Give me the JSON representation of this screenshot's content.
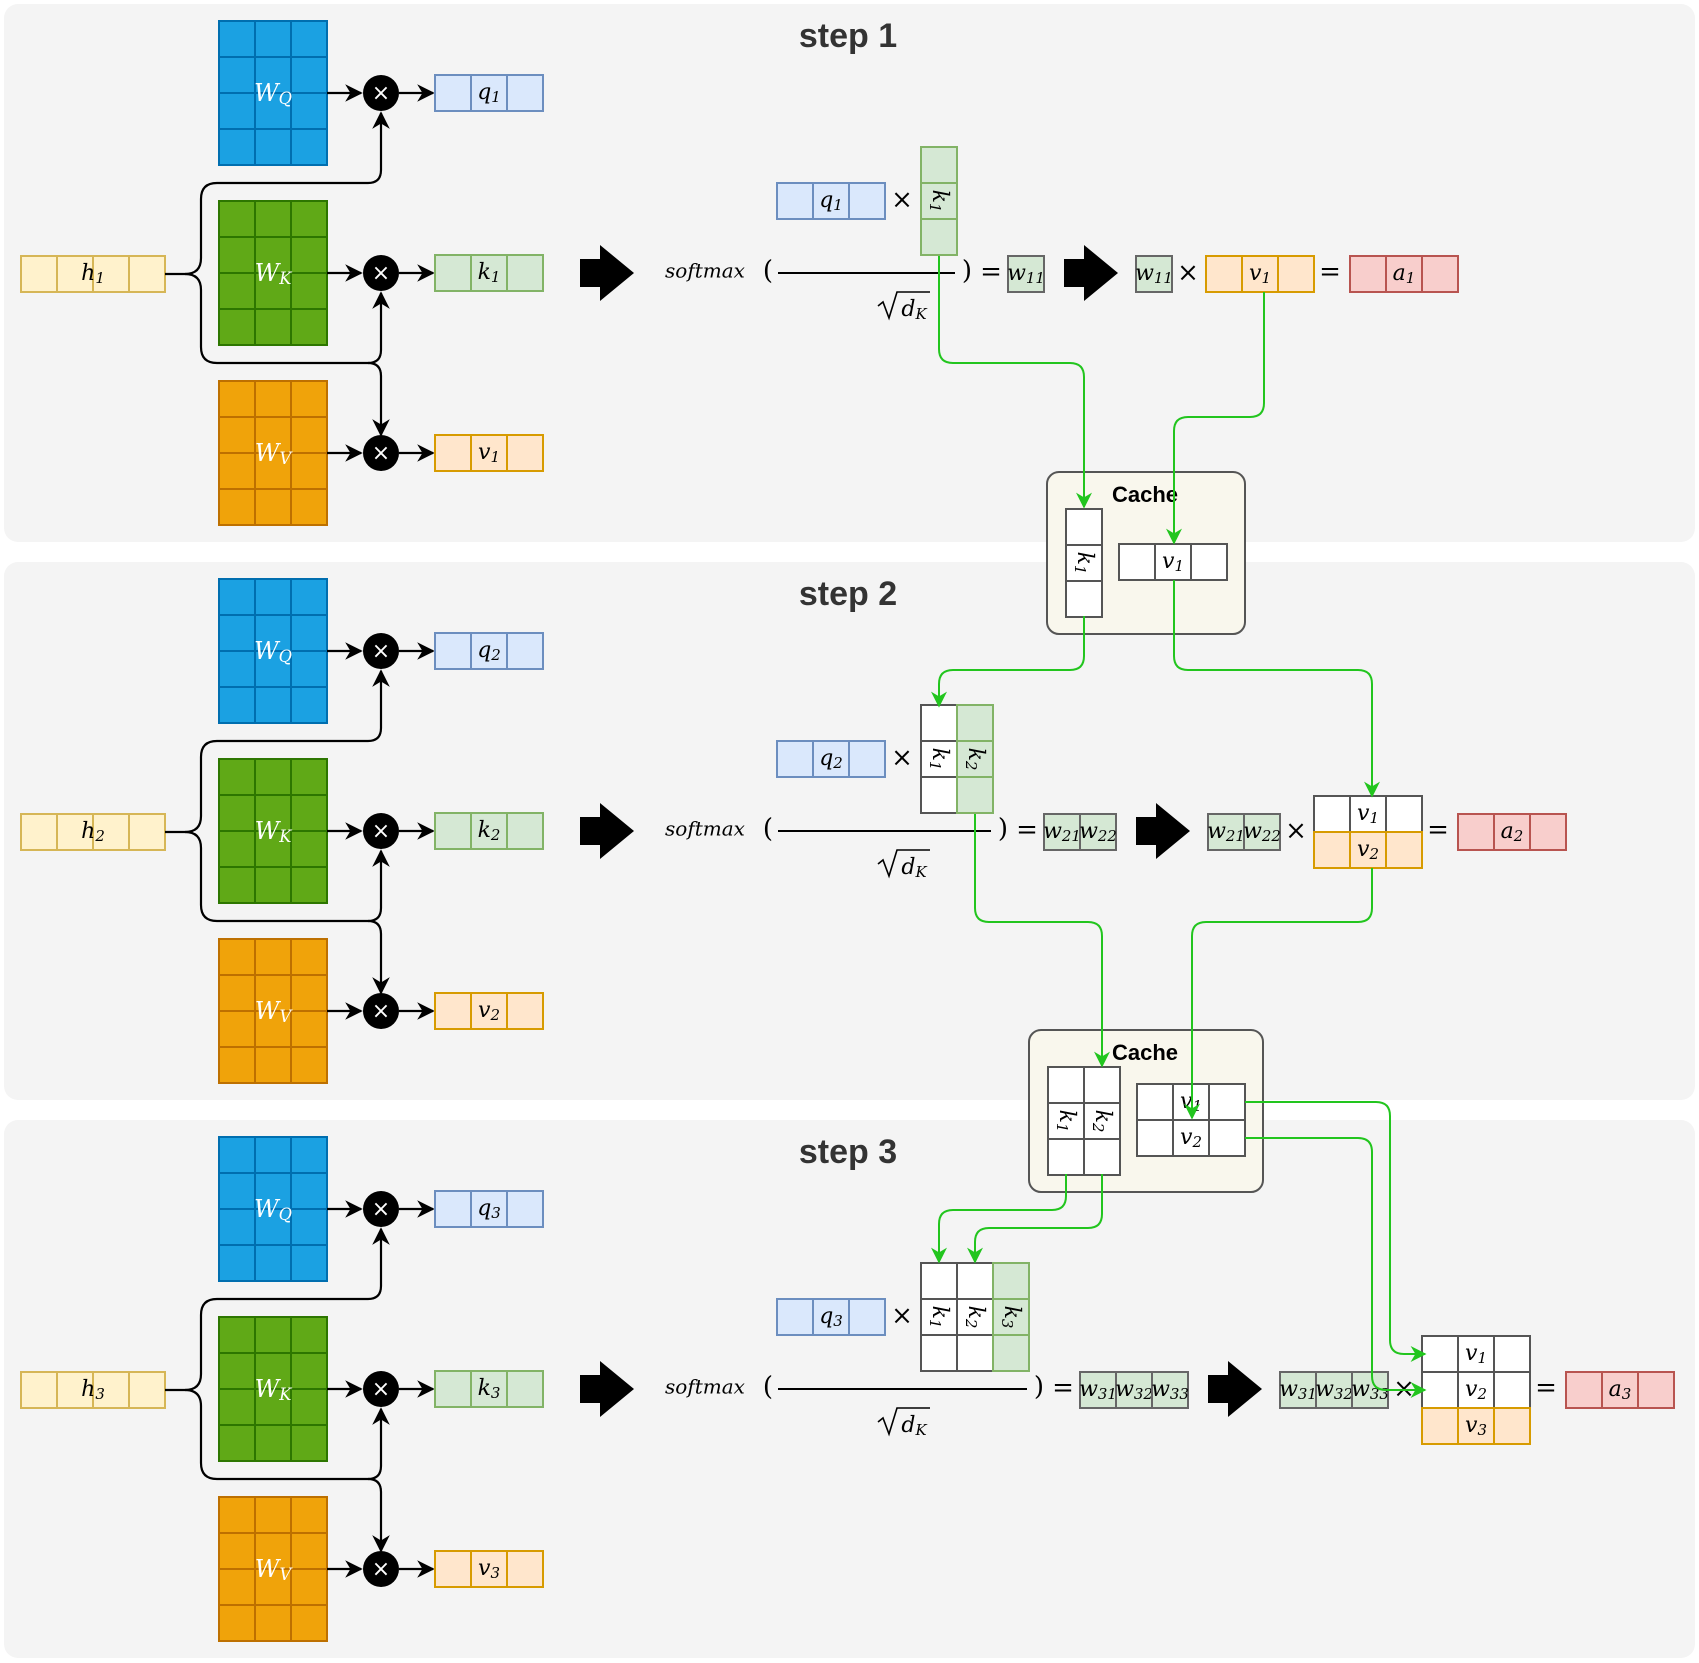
{
  "steps": [
    {
      "title": "step 1",
      "h": "h1",
      "q": "q1",
      "k": "k1",
      "v": "v1",
      "wq": "WQ",
      "wk": "WK",
      "wv": "WV",
      "softmax": "softmax",
      "sqrt": "dK",
      "keys": [
        "k1"
      ],
      "weights": [
        "w11"
      ],
      "values": [
        "v1"
      ],
      "a": "a1"
    },
    {
      "title": "step 2",
      "h": "h2",
      "q": "q2",
      "k": "k2",
      "v": "v2",
      "wq": "WQ",
      "wk": "WK",
      "wv": "WV",
      "softmax": "softmax",
      "sqrt": "dK",
      "keys": [
        "k1",
        "k2"
      ],
      "weights": [
        "w21",
        "w22"
      ],
      "values": [
        "v1",
        "v2"
      ],
      "a": "a2"
    },
    {
      "title": "step 3",
      "h": "h3",
      "q": "q3",
      "k": "k3",
      "v": "v3",
      "wq": "WQ",
      "wk": "WK",
      "wv": "WV",
      "softmax": "softmax",
      "sqrt": "dK",
      "keys": [
        "k1",
        "k2",
        "k3"
      ],
      "weights": [
        "w31",
        "w32",
        "w33"
      ],
      "values": [
        "v1",
        "v2",
        "v3"
      ],
      "a": "a3"
    }
  ],
  "cache": {
    "label": "Cache"
  },
  "colors": {
    "panel": "#f4f4f4",
    "wq": "#1ba1e2",
    "wq_stroke": "#006eaf",
    "wk": "#60a917",
    "wk_stroke": "#2d7600",
    "wv": "#f0a30a",
    "wv_stroke": "#bd7000",
    "h": "#fff2cc",
    "h_stroke": "#d6b656",
    "q": "#dae8fc",
    "q_stroke": "#6c8ebf",
    "k": "#d5e8d4",
    "k_stroke": "#82b366",
    "v": "#ffe6cc",
    "v_stroke": "#d79b00",
    "a": "#f8cecc",
    "a_stroke": "#b85450",
    "w": "#d5e8d4",
    "w_stroke": "#666666",
    "arrow_green": "#22c51e",
    "cache_fill": "#f9f7ed",
    "cache_stroke": "#555555"
  }
}
